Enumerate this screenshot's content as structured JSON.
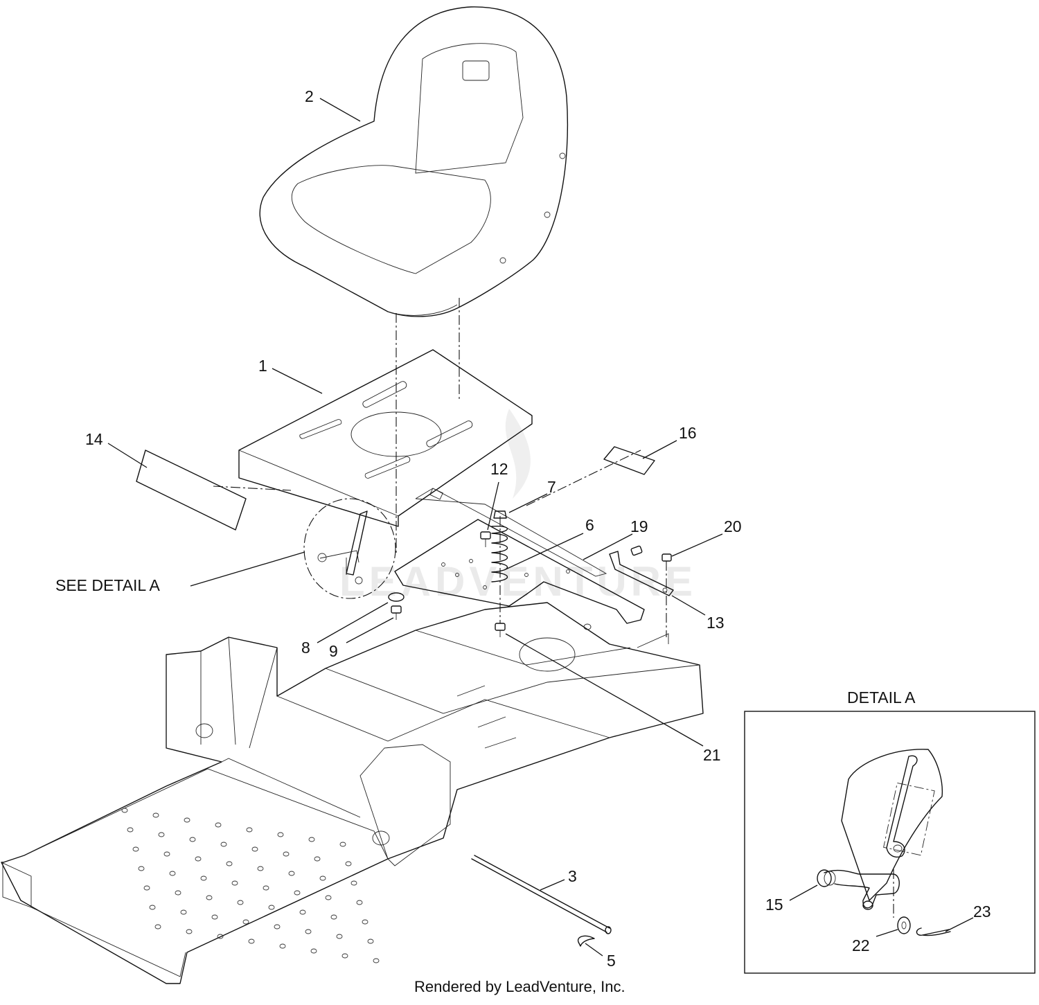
{
  "diagram": {
    "callouts": [
      {
        "id": "c1",
        "label": "1"
      },
      {
        "id": "c2",
        "label": "2"
      },
      {
        "id": "c3",
        "label": "3"
      },
      {
        "id": "c5",
        "label": "5"
      },
      {
        "id": "c6",
        "label": "6"
      },
      {
        "id": "c7",
        "label": "7"
      },
      {
        "id": "c8",
        "label": "8"
      },
      {
        "id": "c9",
        "label": "9"
      },
      {
        "id": "c12",
        "label": "12"
      },
      {
        "id": "c13",
        "label": "13"
      },
      {
        "id": "c14",
        "label": "14"
      },
      {
        "id": "c15",
        "label": "15"
      },
      {
        "id": "c16",
        "label": "16"
      },
      {
        "id": "c19",
        "label": "19"
      },
      {
        "id": "c20",
        "label": "20"
      },
      {
        "id": "c21",
        "label": "21"
      },
      {
        "id": "c22",
        "label": "22"
      },
      {
        "id": "c23",
        "label": "23"
      }
    ],
    "see_detail_label": "SEE DETAIL  A",
    "detail_title": "DETAIL A",
    "watermark": "LEADVENTURE",
    "footer": "Rendered by LeadVenture, Inc."
  }
}
